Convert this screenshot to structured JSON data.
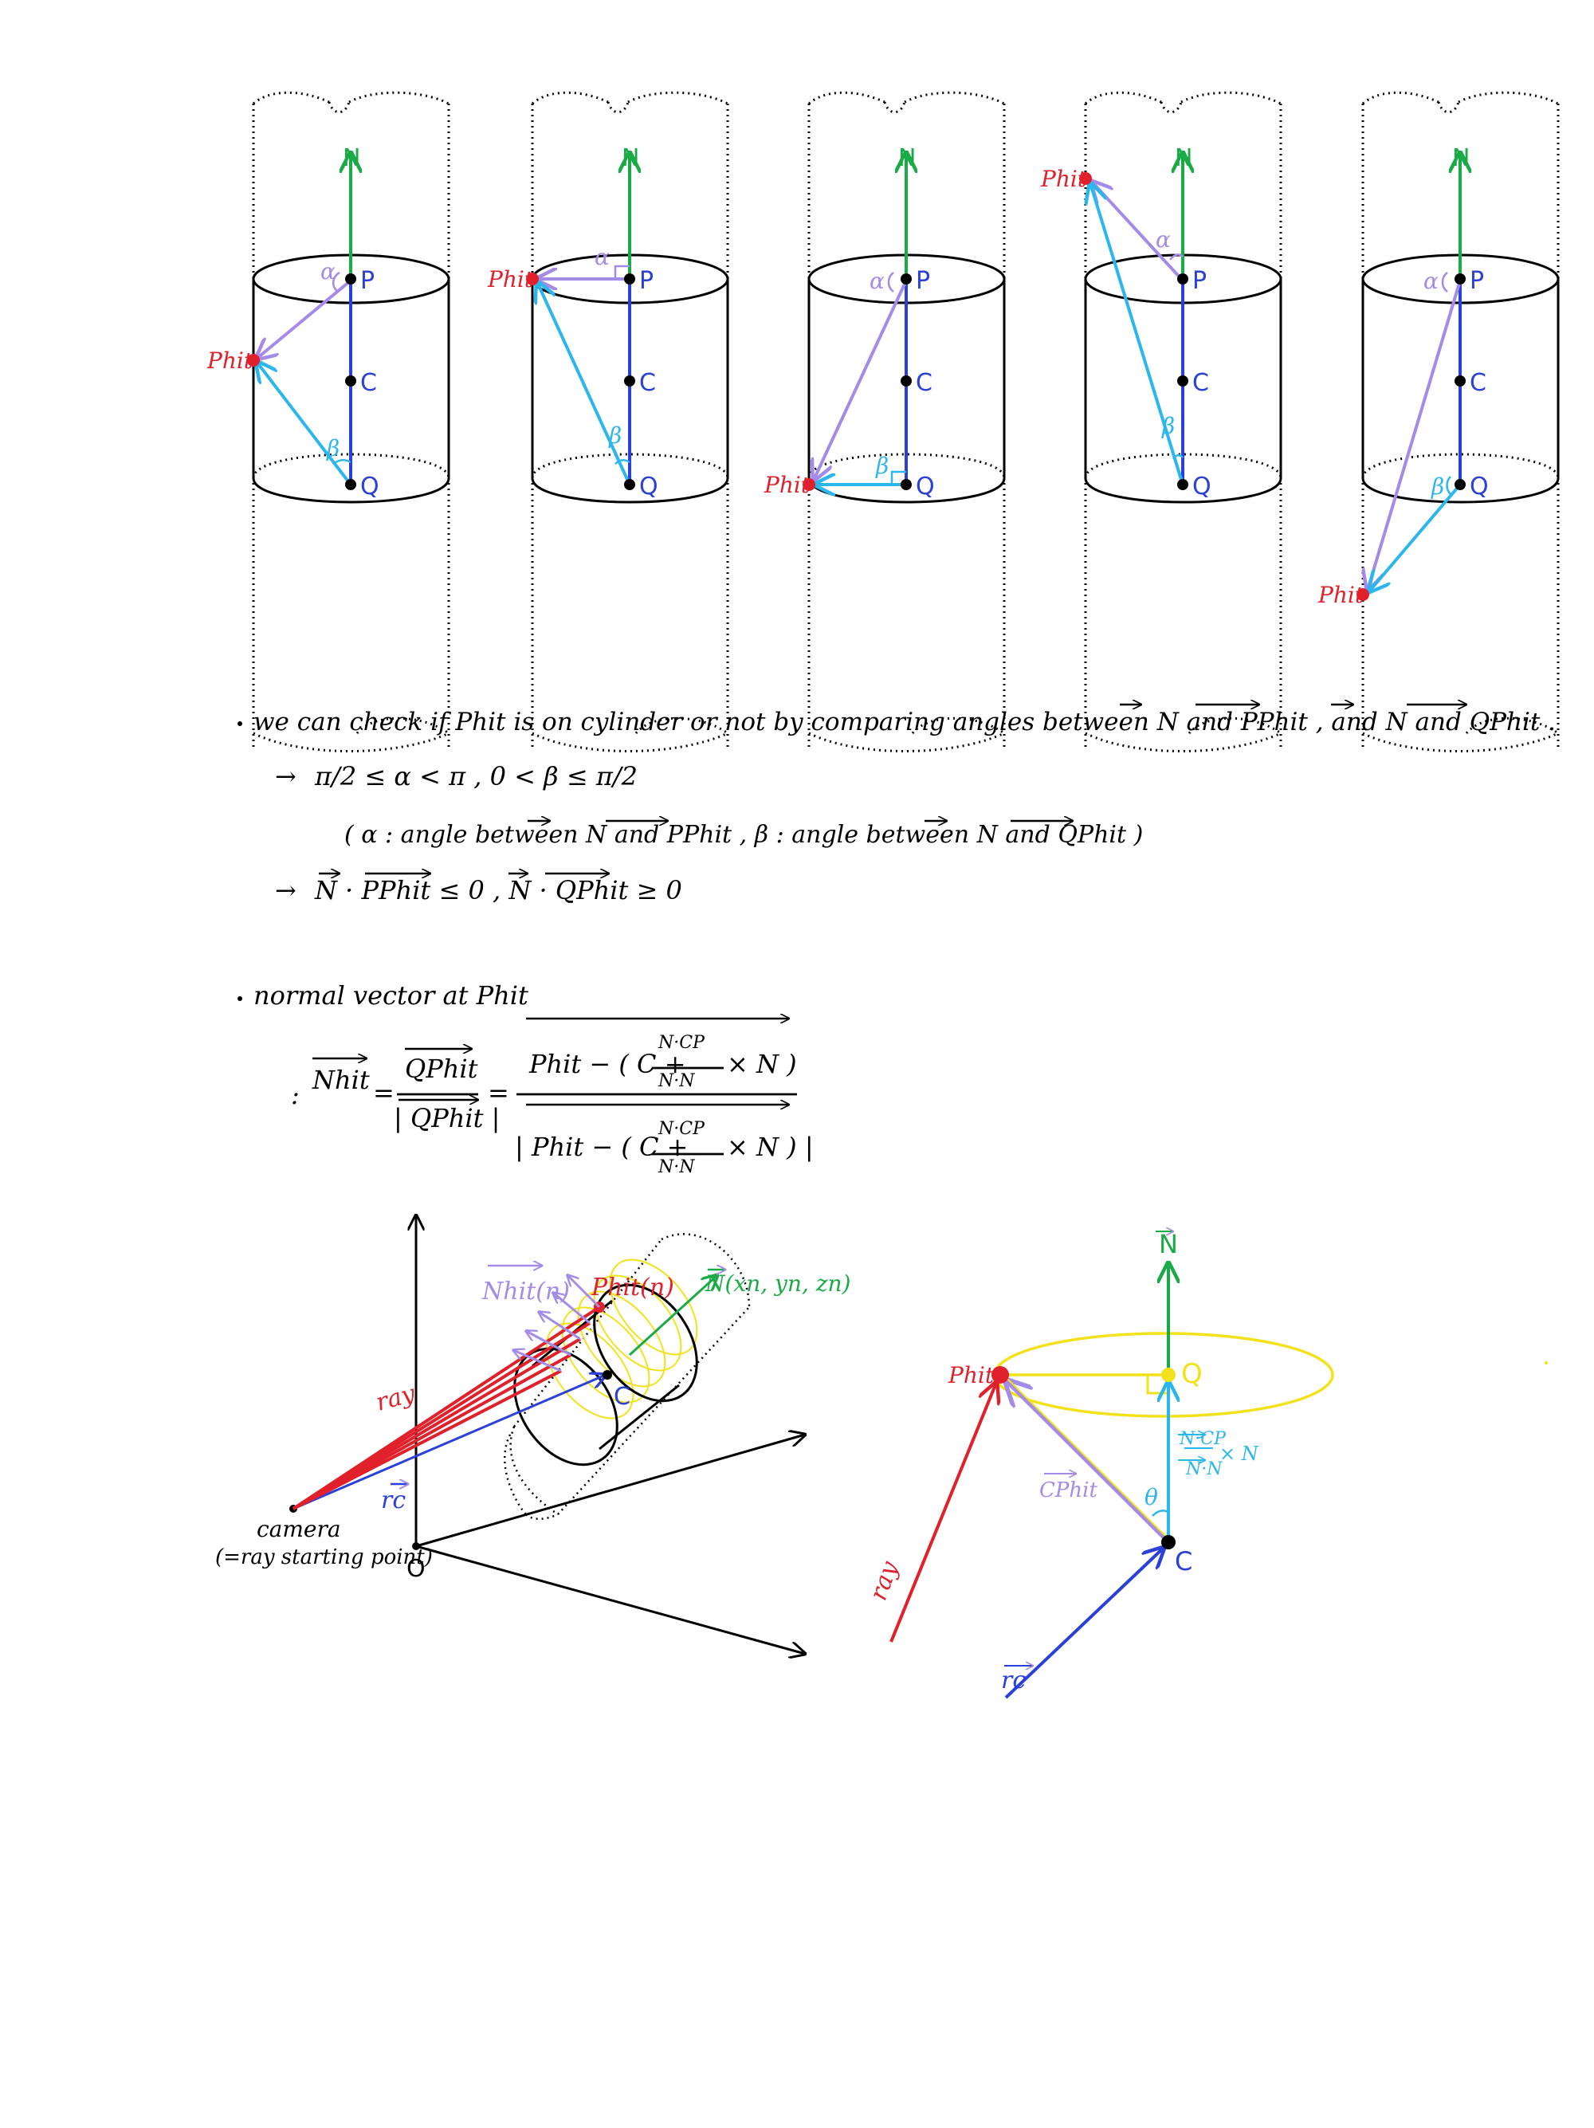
{
  "labels": {
    "n": "N",
    "p": "P",
    "c": "C",
    "q": "Q",
    "phit": "Phit",
    "alpha": "α",
    "beta": "β",
    "theta": "θ",
    "o": "O",
    "ray": "ray",
    "rc": "rc",
    "camera": "camera",
    "camera_note": "(=ray starting point)",
    "nhit_n": "Nhit(n)",
    "phit_n": "Phit(n)",
    "n_vec_coords": "N(xn, yn, zn)",
    "cphit": "CPhit",
    "proj_num": "N·CP",
    "proj_den": "N·N",
    "times_n": "× N"
  },
  "notes": {
    "check_line": "we can check if Phit is on cylinder or not by comparing angles between N and PPhit , and N and QPhit .",
    "arrow1": "→",
    "range_line": "π/2 ≤ α < π ,   0 < β ≤ π/2",
    "definitions": "( α : angle between N and PPhit ,  β : angle between N and QPhit )",
    "arrow2": "→",
    "dot_line": "N · PPhit ≤ 0 ,  N · QPhit ≥ 0",
    "normal_title": "normal vector at Phit",
    "colon": ":",
    "nhit": "Nhit",
    "eq1": "=",
    "frac1_num": "QPhit",
    "frac1_den": "| QPhit |",
    "eq2": "=",
    "frac2_num": "Phit − ( C +",
    "frac2_num_end": "× N )",
    "frac2_den": "| Phit − ( C +",
    "frac2_den_end": "× N ) |"
  },
  "colors": {
    "green": "#1aab47",
    "blue": "#2b3fd9",
    "purple": "#a58be8",
    "cyan": "#2cb6ee",
    "red": "#e0202a",
    "yellow": "#f2e21c",
    "black": "#000000"
  }
}
